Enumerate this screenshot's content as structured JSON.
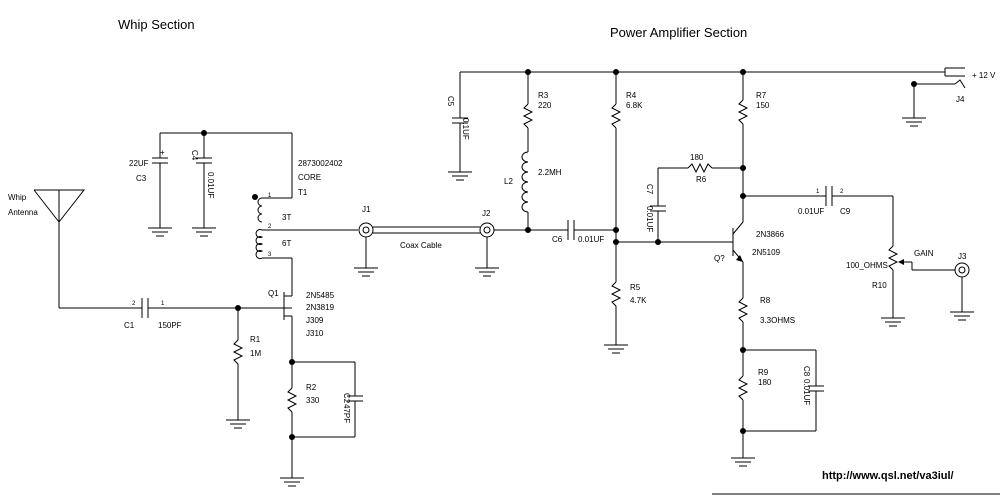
{
  "sections": {
    "whip": "Whip Section",
    "power_amp": "Power Amplifier Section"
  },
  "source_url": "http://www.qsl.net/va3iul/",
  "antenna": {
    "line1": "Whip",
    "line2": "Antenna"
  },
  "caps": {
    "c1": {
      "ref": "C1",
      "value": "150PF"
    },
    "c2": {
      "ref": "C2",
      "value": "47PF"
    },
    "c3": {
      "ref": "C3",
      "value": "22UF"
    },
    "c4": {
      "ref": "C4",
      "value": "0.01UF"
    },
    "c5": {
      "ref": "C5",
      "value": "0.1UF"
    },
    "c6": {
      "ref": "C6",
      "value": "0.01UF"
    },
    "c7": {
      "ref": "C7",
      "value": "0.01UF"
    },
    "c8": {
      "ref": "C8",
      "value": "0.01UF"
    },
    "c9": {
      "ref": "C9",
      "value": "0.01UF"
    }
  },
  "resistors": {
    "r1": {
      "ref": "R1",
      "value": "1M"
    },
    "r2": {
      "ref": "R2",
      "value": "330"
    },
    "r3": {
      "ref": "R3",
      "value": "220"
    },
    "r4": {
      "ref": "R4",
      "value": "6.8K"
    },
    "r5": {
      "ref": "R5",
      "value": "4.7K"
    },
    "r6": {
      "ref": "R6",
      "value": "180"
    },
    "r7": {
      "ref": "R7",
      "value": "150"
    },
    "r8": {
      "ref": "R8",
      "value": "3.3OHMS"
    },
    "r9": {
      "ref": "R9",
      "value": "180"
    },
    "r10": {
      "ref": "R10",
      "value": "100_OHMS",
      "label": "GAIN"
    }
  },
  "inductor_l2": {
    "ref": "L2",
    "value": "2.2MH"
  },
  "transformer_t1": {
    "part": "2873002402",
    "core": "CORE",
    "ref": "T1",
    "primary": "3T",
    "secondary": "6T"
  },
  "q1": {
    "ref": "Q1",
    "parts": [
      "2N5485",
      "2N3819",
      "J309",
      "J310"
    ]
  },
  "q2": {
    "ref": "Q?",
    "parts": [
      "2N3866",
      "2N5109"
    ]
  },
  "connectors": {
    "j1": "J1",
    "j2": "J2",
    "j3": "J3",
    "j4": "J4"
  },
  "coax": "Coax Cable",
  "supply": "+ 12 V",
  "pins": {
    "p1": "1",
    "p2": "2",
    "p3": "3"
  }
}
